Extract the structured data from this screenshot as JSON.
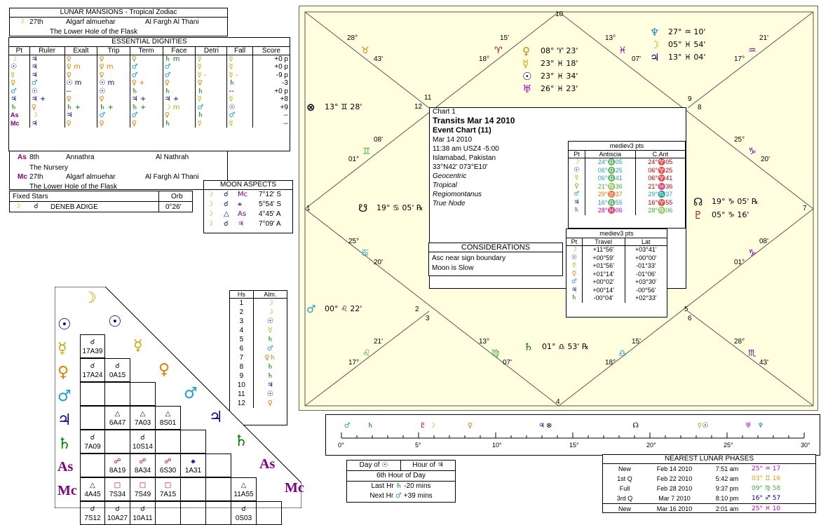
{
  "lunar_mansions": {
    "title": "LUNAR MANSIONS - Tropical Zodiac",
    "top": {
      "num": "27th",
      "name": "Algarf almuehar",
      "arabic": "Al Fargh Al Thani",
      "desc": "The Lower Hole of the Flask"
    },
    "as": {
      "num": "8th",
      "name": "Annathra",
      "arabic": "Al Nathrah",
      "desc": "The Nursery"
    },
    "mc": {
      "num": "27th",
      "name": "Algarf almuehar",
      "arabic": "Al Fargh Al Thani",
      "desc": "The Lower Hole of the Flask"
    }
  },
  "dignities": {
    "title": "ESSENTIAL DIGNITIES",
    "headers": [
      "Pt",
      "Ruler",
      "Exalt",
      "Trip",
      "Term",
      "Face",
      "Detri",
      "Fall",
      "Score"
    ],
    "rows": [
      [
        "☽",
        "♃",
        "♀",
        "♀",
        "♀",
        "♄ m",
        "☿",
        "☿",
        "+0 p"
      ],
      [
        "☉",
        "♃",
        "♀ m",
        "♀ m",
        "♂",
        "♂",
        "☿",
        "☿",
        "+0 p"
      ],
      [
        "☿",
        "♃",
        "♀",
        "♀",
        "♂",
        "♂",
        "☿ -",
        "☿ -",
        "-9 p"
      ],
      [
        "♀",
        "♂",
        "☉ m",
        "☉ m",
        "♀ +",
        "♀",
        "♀",
        "♄",
        "-3"
      ],
      [
        "♂",
        "☉",
        "--",
        "☉",
        "♄",
        "♄",
        "♄",
        "--",
        "+0 p"
      ],
      [
        "♃",
        "♃ +",
        "♀",
        "♀",
        "♃ +",
        "♃ +",
        "☿",
        "☿",
        "+8"
      ],
      [
        "♄",
        "♀",
        "♄ +",
        "♄ +",
        "♄ +",
        "☽ m",
        "♂",
        "☉",
        "+9"
      ],
      [
        "As",
        "☽",
        "♃",
        "♂",
        "♂",
        "♀",
        "♄",
        "♂",
        "--"
      ],
      [
        "Mc",
        "♃",
        "♀",
        "♀",
        "♀",
        "♄",
        "☿",
        "☿",
        "--"
      ]
    ]
  },
  "fixed_stars": {
    "title": "Fixed Stars",
    "orb_label": "Orb",
    "row": {
      "p1": "☽",
      "asp": "☌",
      "star": "DENEB ADIGE",
      "orb": "0°26'"
    }
  },
  "moon_aspects": {
    "title": "MOON ASPECTS",
    "rows": [
      {
        "a": "☽",
        "b": "☌",
        "c": "Mc",
        "v": "7°12' S"
      },
      {
        "a": "☽",
        "b": "☌",
        "c": "⚹",
        "v": "5°54' S"
      },
      {
        "a": "☽",
        "b": "△",
        "c": "As",
        "v": "4°45' A"
      },
      {
        "a": "☽",
        "b": "☌",
        "c": "♃",
        "v": "7°09' A"
      }
    ]
  },
  "chart": {
    "name": "Chart 1",
    "title": "Transits Mar 14 2010",
    "subtitle": "Event Chart (11)",
    "date": "Mar 14 2010",
    "time": "11:38 am  USZ4 -5:00",
    "place": "Islamabad, Pakistan",
    "coords": "33°N42' 073°E10'",
    "z1": "Geocentric",
    "z2": "Tropical",
    "z3": "Regiomontanus",
    "z4": "True Node"
  },
  "considerations": {
    "title": "CONSIDERATIONS",
    "lines": [
      "Asc near sign boundary",
      "Moon is Slow"
    ]
  },
  "antiscia": {
    "title": "mediev3 pts",
    "headers": [
      "Pt",
      "Antiscia",
      "C.Ant"
    ],
    "rows": [
      [
        "☽",
        "24°♎05",
        "24°♈05"
      ],
      [
        "☉",
        "06°♎25",
        "06°♈25"
      ],
      [
        "☿",
        "06°♎41",
        "06°♈41"
      ],
      [
        "♀",
        "21°♍36",
        "21°♓36"
      ],
      [
        "♂",
        "29°♉37",
        "29°♏37"
      ],
      [
        "♃",
        "16°♎55",
        "16°♈55"
      ],
      [
        "♄",
        "28°♓06",
        "28°♍06"
      ]
    ]
  },
  "travel": {
    "title": "mediev3 pts",
    "headers": [
      "Pt",
      "Travel",
      "Lat"
    ],
    "rows": [
      [
        "☽",
        "+11°56'",
        "+03°41'"
      ],
      [
        "☉",
        "+00°59'",
        "+00°00'"
      ],
      [
        "☿",
        "+01°56'",
        "-01°33'"
      ],
      [
        "♀",
        "+01°14'",
        "-01°06'"
      ],
      [
        "♂",
        "+00°02'",
        "+03°30'"
      ],
      [
        "♃",
        "+00°14'",
        "-00°56'"
      ],
      [
        "♄",
        "-00°04'",
        "+02°33'"
      ]
    ]
  },
  "almutens": {
    "headers": [
      "Hs",
      "Alm."
    ],
    "rows": [
      [
        "1",
        "☽"
      ],
      [
        "2",
        "☽"
      ],
      [
        "3",
        "☉"
      ],
      [
        "4",
        "☿"
      ],
      [
        "5",
        "♄"
      ],
      [
        "6",
        "♂"
      ],
      [
        "7",
        "♀♄"
      ],
      [
        "8",
        "♄"
      ],
      [
        "9",
        "♄"
      ],
      [
        "10",
        "♃"
      ],
      [
        "11",
        "☉"
      ],
      [
        "12",
        "♀"
      ]
    ]
  },
  "hours": {
    "day_label": "Day of",
    "hour_label": "Hour of",
    "sixth": "6th Hour of Day",
    "last": "Last Hr",
    "last_v": "-20 mins",
    "next": "Next Hr",
    "next_v": "+39 mins"
  },
  "lunar_phases": {
    "title": "NEAREST LUNAR PHASES",
    "rows": [
      [
        "New",
        "Feb 14 2010",
        "7:51 am",
        "25° ♒ 17"
      ],
      [
        "1st Q",
        "Feb 22 2010",
        "5:42 am",
        "03° ♊ 16"
      ],
      [
        "Full",
        "Feb 28 2010",
        "9:37 pm",
        "09° ♍ 58"
      ],
      [
        "3rd Q",
        "Mar 7 2010",
        "8:10 pm",
        "16° ♐ 57"
      ],
      [
        "New",
        "Mar 16 2010",
        "2:01 am",
        "25° ♓ 10"
      ]
    ]
  },
  "ruler_ticks": [
    "0°",
    "5°",
    "10°",
    "15°",
    "20°",
    "25°",
    "30°"
  ],
  "wheel": {
    "houses": [
      "10",
      "11",
      "12",
      "9",
      "8",
      "1",
      "7",
      "2",
      "3",
      "6",
      "5",
      "4"
    ],
    "cusps": [
      {
        "a": "28°",
        "b": "♉",
        "c": "43'"
      },
      {
        "a": "15'",
        "b": "♈",
        "c": "18°"
      },
      {
        "a": "13°",
        "b": "♓",
        "c": "07'"
      },
      {
        "a": "21'",
        "b": "♒",
        "c": "17°"
      },
      {
        "a": "08'",
        "b": "♊",
        "c": "01°"
      },
      {
        "a": "25°",
        "b": "♑",
        "c": "20'"
      },
      {
        "a": "25°",
        "b": "♋",
        "c": "20'"
      },
      {
        "a": "08'",
        "b": "♑",
        "c": "01°"
      },
      {
        "a": "21'",
        "b": "♌",
        "c": "17°"
      },
      {
        "a": "13°",
        "b": "♍",
        "c": "07'"
      },
      {
        "a": "15'",
        "b": "♎",
        "c": "18°"
      },
      {
        "a": "28°",
        "b": "♏",
        "c": "43'"
      }
    ],
    "planets": [
      {
        "g": "♀",
        "t": "08° ♈ 23'"
      },
      {
        "g": "☿",
        "t": "23° ♓ 18'"
      },
      {
        "g": "☉",
        "t": "23° ♓ 34'"
      },
      {
        "g": "♅",
        "t": "26° ♓ 23'"
      },
      {
        "g": "♆",
        "t": "27° ♒ 10'"
      },
      {
        "g": "☽",
        "t": "05° ♓ 54'"
      },
      {
        "g": "♃",
        "t": "13° ♓ 04'"
      },
      {
        "g": "⊗",
        "t": "13° ♊ 28'"
      },
      {
        "g": "☋",
        "t": "19° ♋ 05' ℞"
      },
      {
        "g": "♂",
        "t": "00° ♌ 22'"
      },
      {
        "g": "♄",
        "t": "01° ♎ 53' ℞"
      },
      {
        "g": "☊",
        "t": "19° ♑ 05' ℞"
      },
      {
        "g": "♇",
        "t": "05° ♑ 16'"
      }
    ]
  }
}
